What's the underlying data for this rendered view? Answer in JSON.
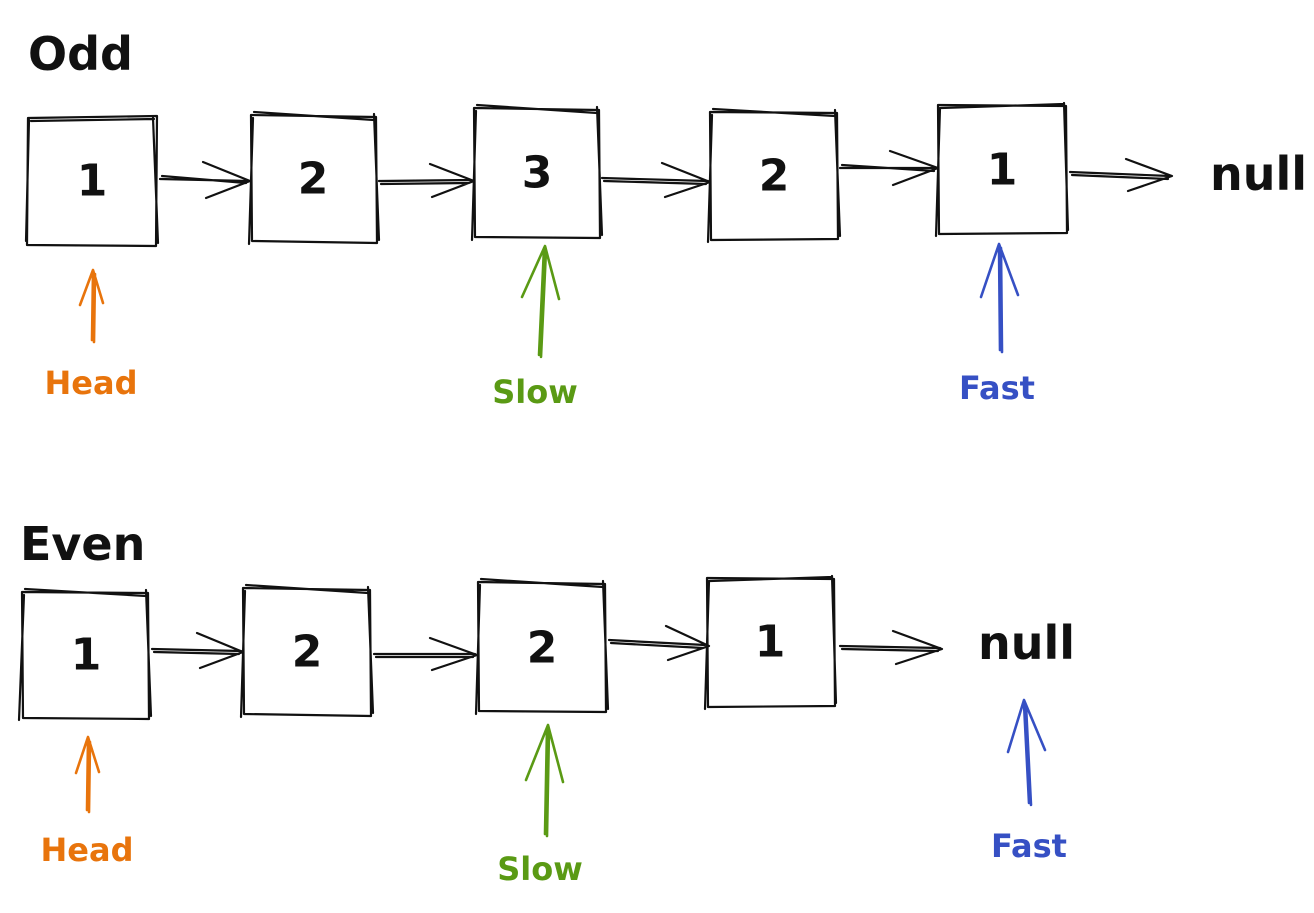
{
  "colors": {
    "ink": "#111111",
    "head": "#e8740c",
    "slow": "#5a9a14",
    "fast": "#3650c4"
  },
  "odd": {
    "title": "Odd",
    "nodes": [
      "1",
      "2",
      "3",
      "2",
      "1"
    ],
    "terminal": "null",
    "pointers": {
      "head": "Head",
      "slow": "Slow",
      "fast": "Fast"
    }
  },
  "even": {
    "title": "Even",
    "nodes": [
      "1",
      "2",
      "2",
      "1"
    ],
    "terminal": "null",
    "pointers": {
      "head": "Head",
      "slow": "Slow",
      "fast": "Fast"
    }
  }
}
